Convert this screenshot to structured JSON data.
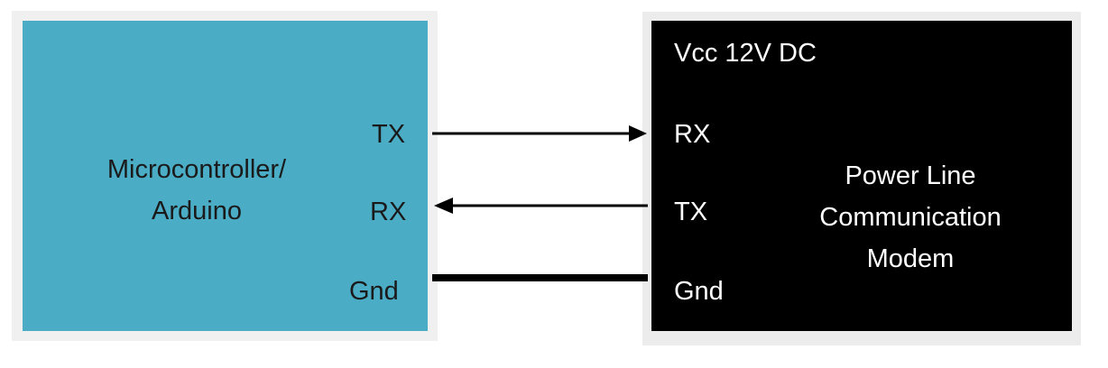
{
  "colors": {
    "mcu_fill": "#4bacc6",
    "modem_fill": "#000000",
    "wire": "#000000"
  },
  "mcu": {
    "title_line1": "Microcontroller/",
    "title_line2": "Arduino",
    "pin_tx": "TX",
    "pin_rx": "RX",
    "pin_gnd": "Gnd"
  },
  "modem": {
    "supply": "Vcc 12V DC",
    "pin_rx": "RX",
    "pin_tx": "TX",
    "pin_gnd": "Gnd",
    "title_line1": "Power Line",
    "title_line2": "Communication",
    "title_line3": "Modem"
  },
  "connections": [
    {
      "from": "mcu.TX",
      "to": "modem.RX",
      "direction": "to-modem"
    },
    {
      "from": "modem.TX",
      "to": "mcu.RX",
      "direction": "to-mcu"
    },
    {
      "from": "mcu.Gnd",
      "to": "modem.Gnd",
      "direction": "none"
    }
  ]
}
